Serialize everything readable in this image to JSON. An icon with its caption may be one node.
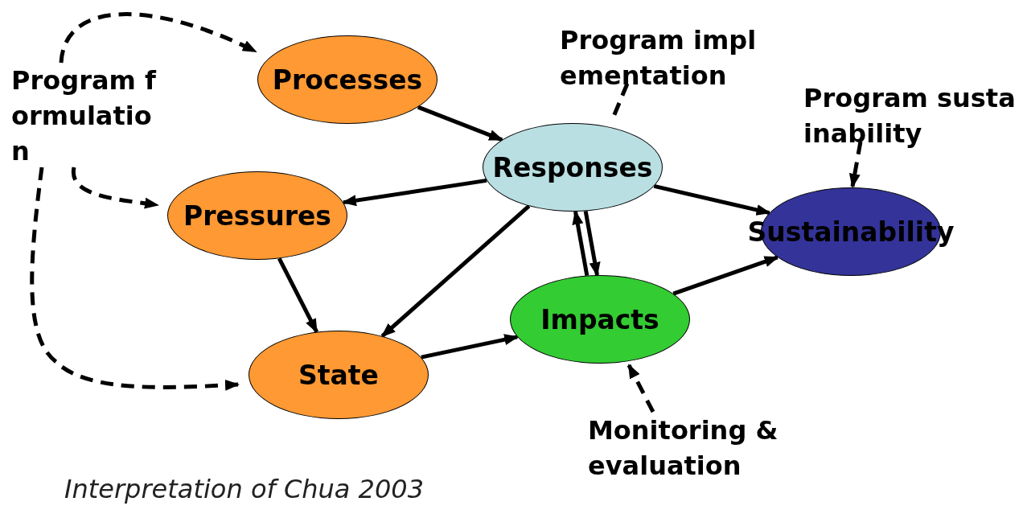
{
  "diagram": {
    "caption": "Interpretation of Chua 2003",
    "nodes": [
      {
        "text": [
          "Processes"
        ]
      },
      {
        "text": [
          "Responses"
        ]
      },
      {
        "text": [
          "Pressures"
        ]
      },
      {
        "text": [
          "Sustainability"
        ]
      },
      {
        "text": [
          "Impacts"
        ]
      },
      {
        "text": [
          "State"
        ]
      },
      {
        "text": [
          "Program formulation"
        ]
      },
      {
        "text": [
          "Program implementation"
        ]
      },
      {
        "text": [
          "Program sustainability"
        ]
      },
      {
        "text": [
          "Monitoring & evaluation"
        ]
      }
    ],
    "edges": [
      {
        "from": 0,
        "to": 1,
        "arrow": "to"
      },
      {
        "from": 1,
        "to": 2,
        "arrow": "to"
      },
      {
        "from": 1,
        "to": 3,
        "arrow": "to"
      },
      {
        "from": 1,
        "to": 5,
        "arrow": "to"
      },
      {
        "from": 4,
        "to": 1,
        "arrow": "to"
      },
      {
        "from": 1,
        "to": 4,
        "arrow": "to"
      },
      {
        "from": 2,
        "to": 5,
        "arrow": "to"
      },
      {
        "from": 5,
        "to": 4,
        "arrow": "to"
      },
      {
        "from": 4,
        "to": 3,
        "arrow": "to"
      },
      {
        "from": 6,
        "to": 0,
        "arrow": "to",
        "style": "dashed"
      },
      {
        "from": 6,
        "to": 2,
        "arrow": "to",
        "style": "dashed"
      },
      {
        "from": 6,
        "to": 5,
        "arrow": "to",
        "style": "dashed"
      },
      {
        "from": 7,
        "to": 1,
        "arrow": "none",
        "style": "dashed"
      },
      {
        "from": 8,
        "to": 3,
        "arrow": "to",
        "style": "dashed"
      },
      {
        "from": 9,
        "to": 4,
        "arrow": "to",
        "style": "dashed"
      }
    ]
  }
}
